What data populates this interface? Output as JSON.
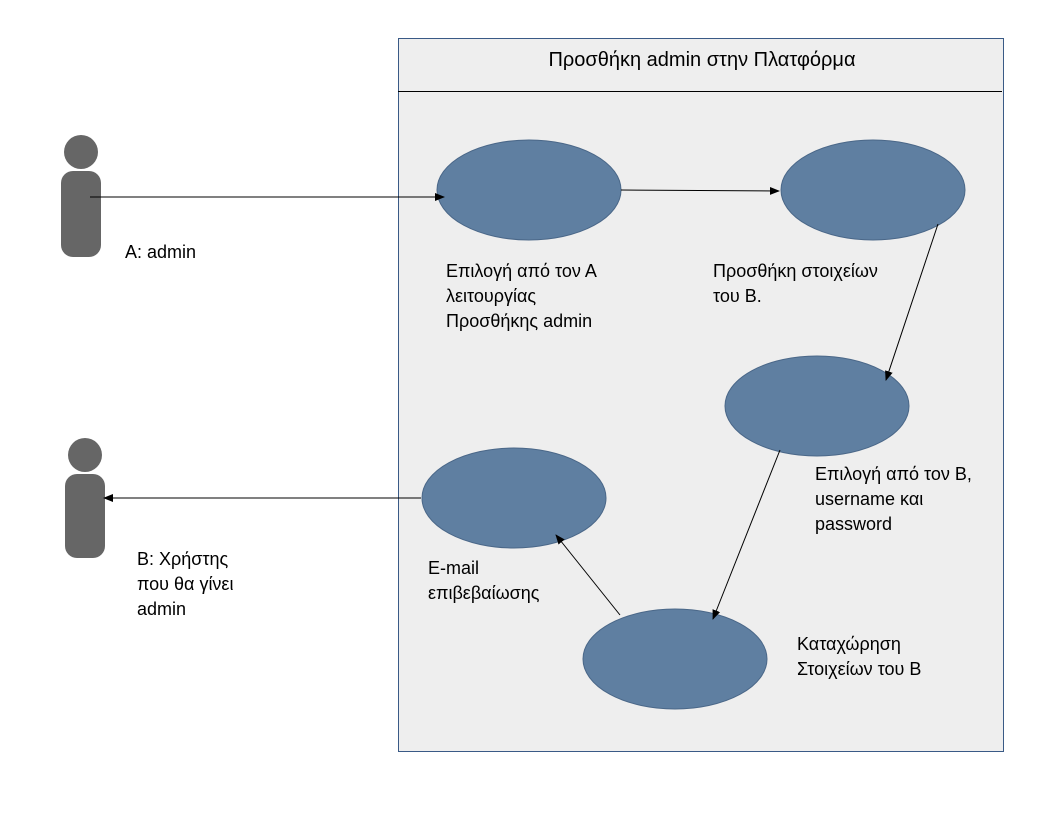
{
  "system": {
    "title": "Προσθήκη admin στην Πλατφόρμα"
  },
  "actors": [
    {
      "id": "A",
      "label": "A: admin"
    },
    {
      "id": "B",
      "label": "B: Χρήστης\nπου θα γίνει\nadmin"
    }
  ],
  "use_cases": [
    {
      "id": "uc1",
      "label": "Επιλογή από τον Α\nλειτουργίας\nΠροσθήκης admin"
    },
    {
      "id": "uc2",
      "label": "Προσθήκη στοιχείων\nτου Β."
    },
    {
      "id": "uc3",
      "label": "Επιλογή από τον Β,\nusername και\npassword"
    },
    {
      "id": "uc4",
      "label": "Καταχώρηση\nΣτοιχείων του Β"
    },
    {
      "id": "uc5",
      "label": "E-mail\nεπιβεβαίωσης"
    }
  ],
  "colors": {
    "use_case_fill": "#5f7fa1",
    "use_case_stroke": "#4a6788",
    "actor": "#666666",
    "system_fill": "#eeeeee",
    "system_stroke": "#3a5a86",
    "arrow": "#000000"
  }
}
